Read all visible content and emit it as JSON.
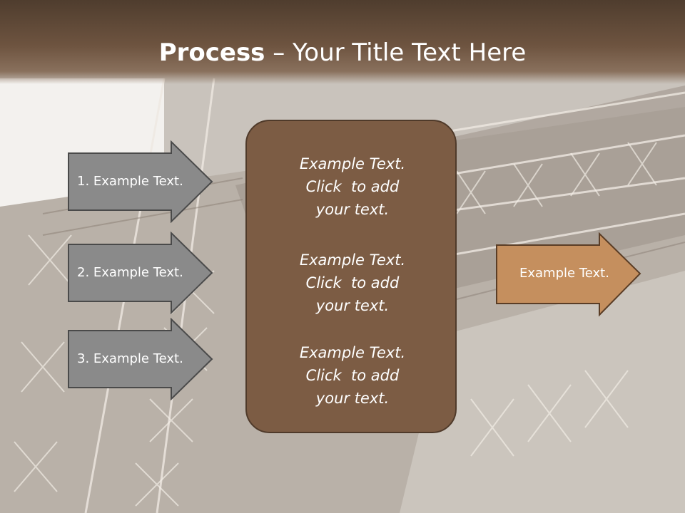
{
  "slide": {
    "title_bold": "Process",
    "title_rest": " – Your Title Text Here"
  },
  "inputs": [
    {
      "label": "1. Example Text."
    },
    {
      "label": "2. Example Text."
    },
    {
      "label": "3. Example Text."
    }
  ],
  "center": {
    "paragraphs": [
      "Example Text.\nClick  to add\nyour text.",
      "Example Text.\nClick  to add\nyour text.",
      "Example Text.\nClick  to add\nyour text."
    ]
  },
  "output": {
    "label": "Example Text."
  },
  "colors": {
    "title_bar": "#6e5440",
    "input_arrow_fill": "#8a8a8a",
    "center_box_fill": "#7c5c44",
    "output_arrow_fill": "#c58f5e"
  },
  "background": {
    "icon": "eiffel-tower-photo"
  }
}
